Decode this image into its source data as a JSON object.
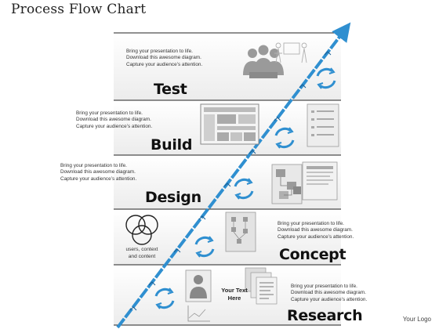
{
  "title": "Process Flow Chart",
  "steps": [
    {
      "label": "Test",
      "desc": [
        "Bring your presentation to life.",
        "Download this awesome diagram.",
        "Capture your audience’s attention."
      ],
      "icon": "people-group-icon"
    },
    {
      "label": "Build",
      "desc": [
        "Bring your presentation to life.",
        "Download this awesome diagram.",
        "Capture your audience’s attention."
      ],
      "icon": "wireframe-layout-icon"
    },
    {
      "label": "Design",
      "desc": [
        "Bring your presentation to life.",
        "Download this awesome diagram.",
        "Capture your audience’s attention."
      ],
      "icon": "sitemap-icon"
    },
    {
      "label": "Concept",
      "desc": [
        "Bring your presentation to life.",
        "Download this awesome diagram.",
        "Capture your audience’s attention."
      ],
      "icon": "venn-diagram-icon",
      "extra": [
        "users, context",
        "and content"
      ]
    },
    {
      "label": "Research",
      "desc": [
        "Bring your presentation to life.",
        "Download this awesome diagram.",
        "Capture your audience’s attention."
      ],
      "icon": "profile-document-icon",
      "extra": [
        "Your Text",
        "Here"
      ]
    }
  ],
  "logo": "Your Logo",
  "colors": {
    "accent": "#2f8fd0",
    "icon_gray": "#9a9a9a",
    "line": "#222222",
    "panel": "#f1f1f1"
  }
}
